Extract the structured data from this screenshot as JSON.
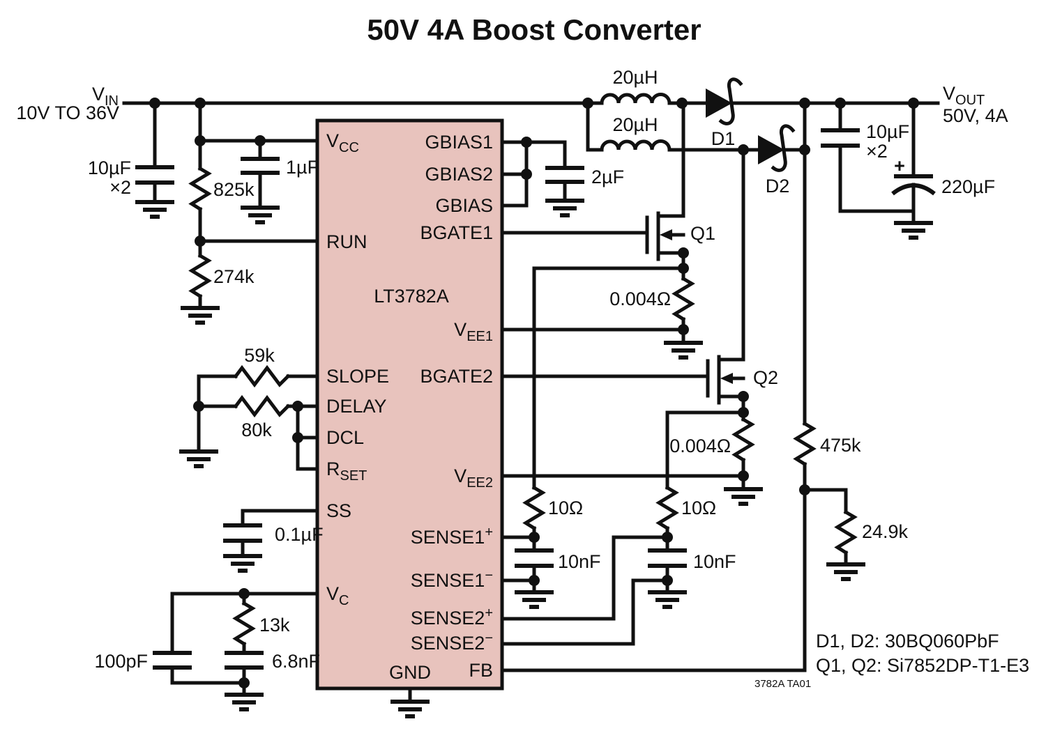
{
  "title": "50V 4A Boost Converter",
  "input": {
    "label_main": "V",
    "label_sub": "IN",
    "range": "10V TO 36V",
    "cap": "10µF",
    "cap_mult": "×2"
  },
  "output": {
    "label_main": "V",
    "label_sub": "OUT",
    "spec": "50V, 4A",
    "cap1": "10µF",
    "cap1_mult": "×2",
    "cap2": "220µF",
    "cap2_plus": "+",
    "r_top": "475k",
    "r_bottom": "24.9k"
  },
  "ic": {
    "name": "LT3782A",
    "fill_color": "#e8c3bd",
    "pins_left": [
      {
        "main": "V",
        "sub": "CC"
      },
      {
        "main": "RUN"
      },
      {
        "main": "SLOPE"
      },
      {
        "main": "DELAY"
      },
      {
        "main": "DCL"
      },
      {
        "main": "R",
        "sub": "SET"
      },
      {
        "main": "SS"
      },
      {
        "main": "V",
        "sub": "C"
      }
    ],
    "pins_right": [
      {
        "main": "GBIAS1"
      },
      {
        "main": "GBIAS2"
      },
      {
        "main": "GBIAS"
      },
      {
        "main": "BGATE1"
      },
      {
        "main": "V",
        "sub": "EE1"
      },
      {
        "main": "BGATE2"
      },
      {
        "main": "V",
        "sub": "EE2"
      },
      {
        "main": "SENSE1",
        "sup": "+"
      },
      {
        "main": "SENSE1",
        "sup": "−"
      },
      {
        "main": "SENSE2",
        "sup": "+"
      },
      {
        "main": "SENSE2",
        "sup": "−"
      },
      {
        "main": "FB"
      }
    ],
    "pin_bottom": "GND"
  },
  "vcc_net": {
    "bypass_cap": "1µF",
    "r_upper": "825k",
    "r_lower": "274k"
  },
  "timing": {
    "r_slope": "59k",
    "r_delay": "80k"
  },
  "soft_start": {
    "cap": "0.1µF"
  },
  "comp": {
    "r": "13k",
    "c_small": "100pF",
    "c_main": "6.8nF"
  },
  "power": {
    "l1": "20µH",
    "l2": "20µH",
    "d1": "D1",
    "d2": "D2",
    "q1": "Q1",
    "q2": "Q2",
    "r_sense1": "0.004Ω",
    "r_sense2": "0.004Ω",
    "gbias_cap": "2µF"
  },
  "sense_filter": {
    "r1": "10Ω",
    "c1": "10nF",
    "r2": "10Ω",
    "c2": "10nF"
  },
  "notes": {
    "diodes": "D1, D2: 30BQ060PbF",
    "fets": "Q1, Q2: Si7852DP-T1-E3",
    "doc_id": "3782A TA01"
  }
}
